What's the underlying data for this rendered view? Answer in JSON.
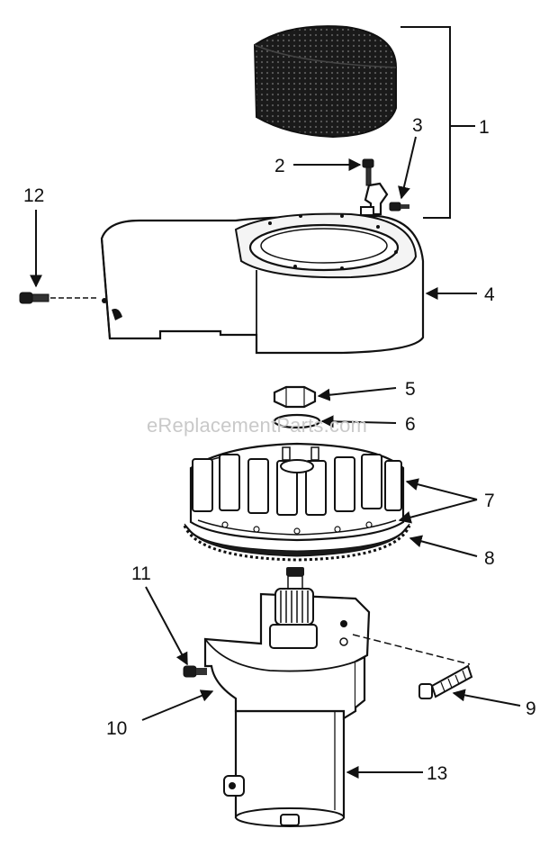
{
  "watermark": "eReplacementParts.com",
  "callouts": {
    "c1": "1",
    "c2": "2",
    "c3": "3",
    "c4": "4",
    "c5": "5",
    "c6": "6",
    "c7": "7",
    "c8": "8",
    "c9": "9",
    "c10": "10",
    "c11": "11",
    "c12": "12",
    "c13": "13"
  }
}
